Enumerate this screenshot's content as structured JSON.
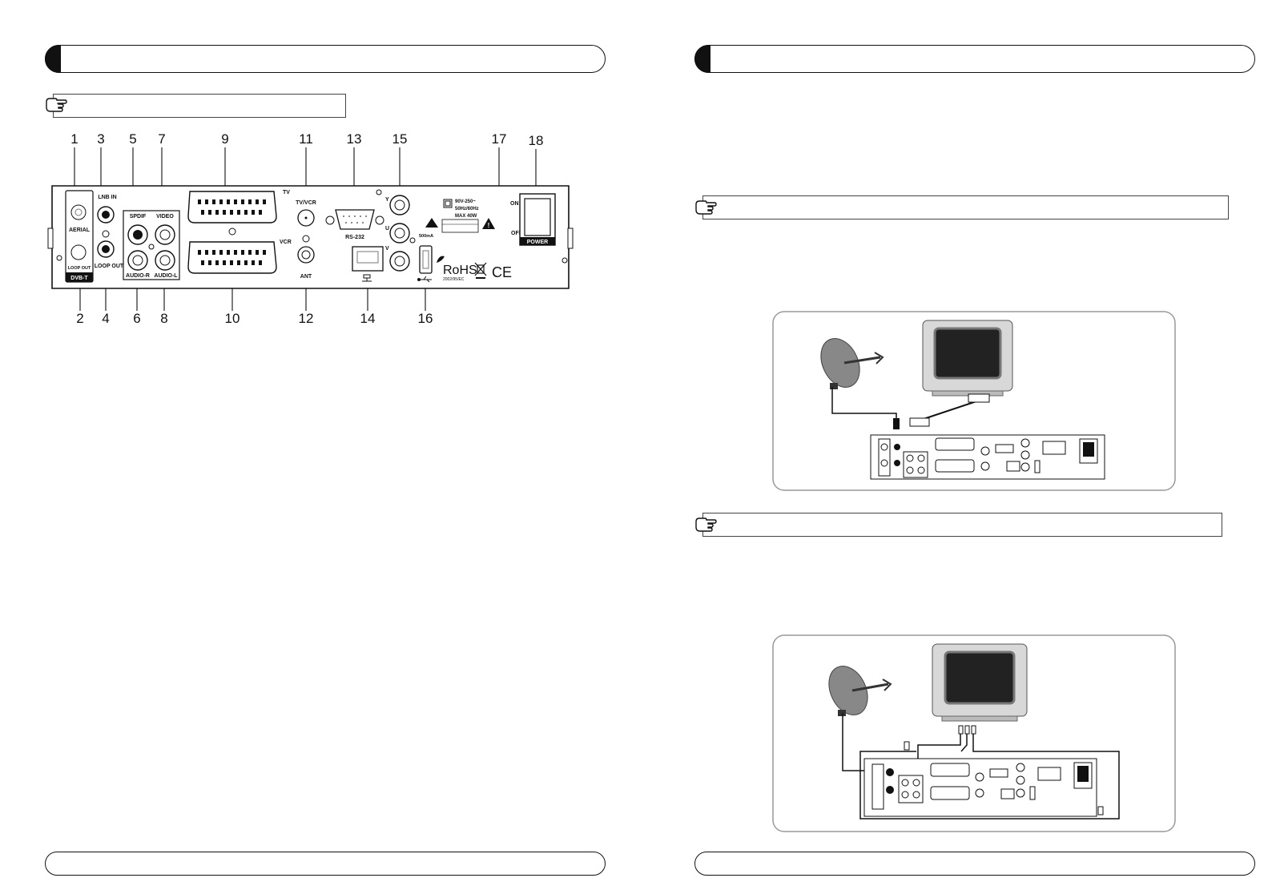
{
  "rear_panel": {
    "callouts_top": [
      "1",
      "3",
      "5",
      "7",
      "9",
      "11",
      "13",
      "15",
      "17",
      "18"
    ],
    "callouts_bottom": [
      "2",
      "4",
      "6",
      "8",
      "10",
      "12",
      "14",
      "16"
    ],
    "labels": {
      "aerial": "AERIAL",
      "loop_out_small": "LOOP OUT",
      "dvbt": "DVB-T",
      "lnb_in": "LNB IN",
      "loop_out": "LOOP OUT",
      "spdif": "SPDIF",
      "video": "VIDEO",
      "audio_r": "AUDIO-R",
      "audio_l": "AUDIO-L",
      "tv": "TV",
      "vcr": "VCR",
      "tv_vcr": "TV/VCR",
      "ant": "ANT",
      "rs232": "RS-232",
      "y": "Y",
      "u": "U",
      "v": "V",
      "usb_current": "500mA",
      "power_rating_1": "90V-250~",
      "power_rating_2": "50Hz/60Hz",
      "power_rating_3": "MAX 40W",
      "rohs": "RoHS",
      "rohs_year": "2002/95/EC",
      "ce": "CE",
      "on": "ON",
      "off": "OFF",
      "power": "POWER"
    }
  },
  "icons": {
    "section_marker": "pointing-hand-icon"
  }
}
